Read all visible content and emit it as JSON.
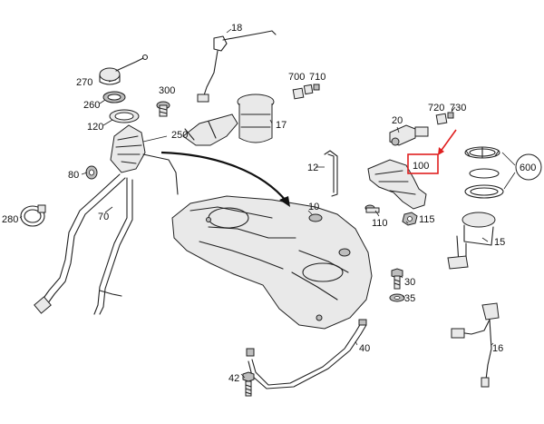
{
  "callouts": [
    {
      "id": "p18",
      "text": "18"
    },
    {
      "id": "p700",
      "text": "700"
    },
    {
      "id": "p710",
      "text": "710"
    },
    {
      "id": "p270",
      "text": "270"
    },
    {
      "id": "p300",
      "text": "300"
    },
    {
      "id": "p260",
      "text": "260"
    },
    {
      "id": "p720",
      "text": "720"
    },
    {
      "id": "p730",
      "text": "730"
    },
    {
      "id": "p17",
      "text": "17"
    },
    {
      "id": "p120",
      "text": "120"
    },
    {
      "id": "p20",
      "text": "20"
    },
    {
      "id": "p250",
      "text": "250"
    },
    {
      "id": "p100",
      "text": "100"
    },
    {
      "id": "p600",
      "text": "600"
    },
    {
      "id": "p12",
      "text": "12"
    },
    {
      "id": "p80",
      "text": "80"
    },
    {
      "id": "p10",
      "text": "10"
    },
    {
      "id": "p110",
      "text": "110"
    },
    {
      "id": "p115",
      "text": "115"
    },
    {
      "id": "p280",
      "text": "280"
    },
    {
      "id": "p70",
      "text": "70"
    },
    {
      "id": "p15",
      "text": "15"
    },
    {
      "id": "p30",
      "text": "30"
    },
    {
      "id": "p35",
      "text": "35"
    },
    {
      "id": "p40",
      "text": "40"
    },
    {
      "id": "p16",
      "text": "16"
    },
    {
      "id": "p42",
      "text": "42"
    }
  ],
  "highlight": {
    "part": "100",
    "color": "#e02020"
  }
}
